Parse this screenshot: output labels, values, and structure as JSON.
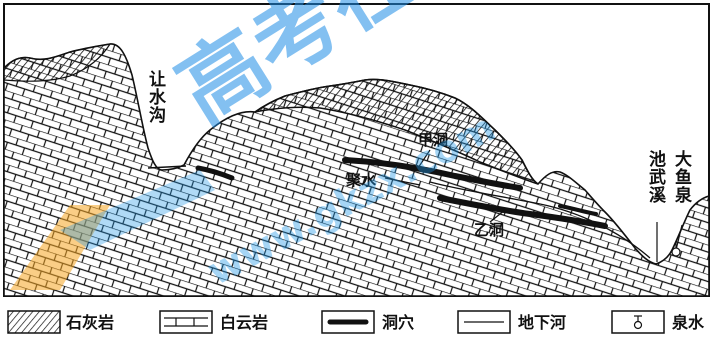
{
  "labels": {
    "rang_shui_gou": "让水沟",
    "jia_dong": "甲洞",
    "ju_shui": "聚水",
    "yi_dong": "乙洞",
    "chi_wu_xi": "池武溪",
    "da_yu_quan": "大鱼泉"
  },
  "legend": [
    {
      "label": "石灰岩",
      "swatch": "limestone-hatch"
    },
    {
      "label": "白云岩",
      "swatch": "dolomite-brick"
    },
    {
      "label": "洞穴",
      "swatch": "cave-bar"
    },
    {
      "label": "地下河",
      "swatch": "underground-river"
    },
    {
      "label": "泉水",
      "swatch": "spring-symbol"
    }
  ],
  "watermark": {
    "text_1": "高考在线",
    "text_2": "www.gkzx.com"
  },
  "colors": {
    "ink": "#111111",
    "watermark_blue": "#1e96e6",
    "watermark_orange": "#f5a623"
  }
}
